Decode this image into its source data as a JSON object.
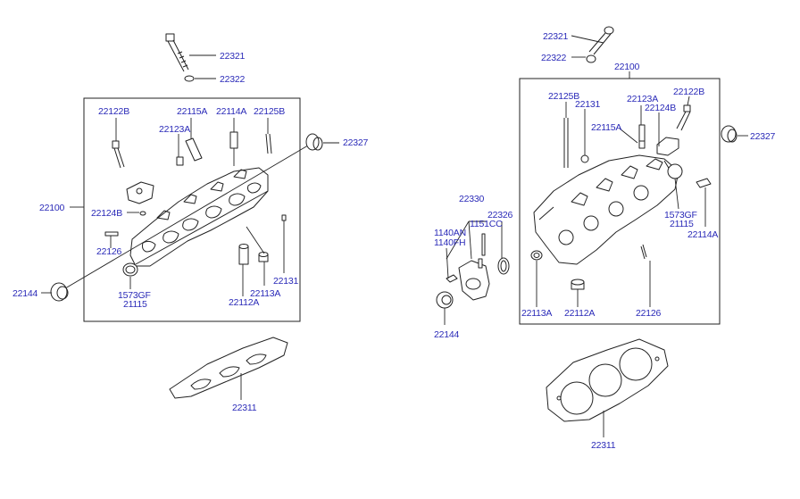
{
  "labels": {
    "l_22321": "22321",
    "l_22322": "22322",
    "l_22122B": "22122B",
    "l_22115A": "22115A",
    "l_22114A": "22114A",
    "l_22125B": "22125B",
    "l_22123A": "22123A",
    "l_22327": "22327",
    "l_22100": "22100",
    "l_22124B": "22124B",
    "l_22126": "22126",
    "l_22131": "22131",
    "l_22113A": "22113A",
    "l_22144": "22144",
    "l_1573GF": "1573GF",
    "l_21115": "21115",
    "l_22112A": "22112A",
    "l_22311": "22311",
    "r_22321": "22321",
    "r_22322": "22322",
    "r_22100": "22100",
    "r_22125B": "22125B",
    "r_22131": "22131",
    "r_22123A": "22123A",
    "r_22122B": "22122B",
    "r_22124B": "22124B",
    "r_22115A": "22115A",
    "r_22327": "22327",
    "r_22330": "22330",
    "r_1140AN": "1140AN",
    "r_1140FH": "1140FH",
    "r_1151CC": "1151CC",
    "r_22326": "22326",
    "r_1573GF": "1573GF",
    "r_21115": "21115",
    "r_22114A": "22114A",
    "r_22113A": "22113A",
    "r_22112A": "22112A",
    "r_22126": "22126",
    "r_22144": "22144",
    "r_22311": "22311"
  }
}
